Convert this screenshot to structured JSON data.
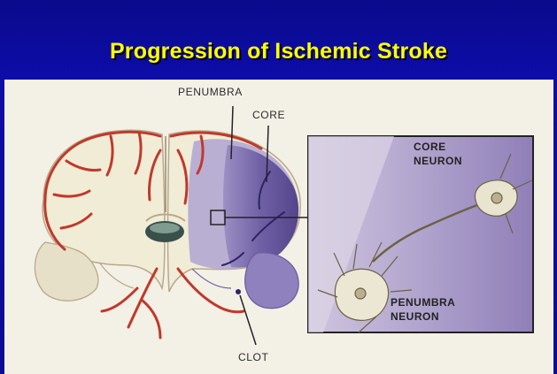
{
  "slide": {
    "title": "Progression of Ischemic Stroke"
  },
  "figure": {
    "labels": {
      "penumbra": "PENUMBRA",
      "core": "CORE",
      "clot": "CLOT",
      "core_neuron_line1": "CORE",
      "core_neuron_line2": "NEURON",
      "penumbra_neuron_line1": "PENUMBRA",
      "penumbra_neuron_line2": "NEURON"
    }
  },
  "colors": {
    "background": "#0b0b96",
    "title": "#ffff00",
    "brain_tissue": "#f1ecd6",
    "ischemic_core": "#5a4a90",
    "penumbra": "#a79cc8",
    "vessels": "#c0392b"
  }
}
